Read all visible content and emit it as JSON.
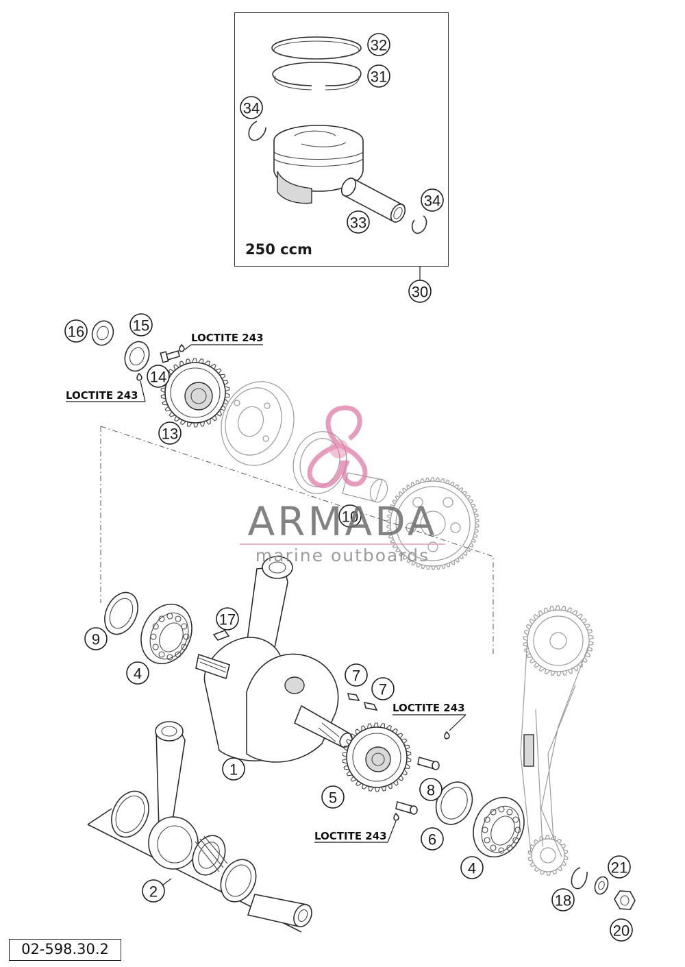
{
  "diagram": {
    "piston_box": {
      "caption": "250 ccm"
    },
    "diagram_code": "02-598.30.2",
    "callouts": [
      "1",
      "2",
      "4",
      "4",
      "5",
      "6",
      "7",
      "7",
      "8",
      "9",
      "10",
      "13",
      "14",
      "15",
      "16",
      "17",
      "18",
      "20",
      "21",
      "30",
      "31",
      "32",
      "33",
      "34",
      "34"
    ],
    "loctite_labels": [
      "LOCTITE 243",
      "LOCTITE 243",
      "LOCTITE 243",
      "LOCTITE 243"
    ],
    "watermark": {
      "name": "ARMADA",
      "tagline": "marine outboards",
      "logo_color": "#e07aa8"
    }
  }
}
